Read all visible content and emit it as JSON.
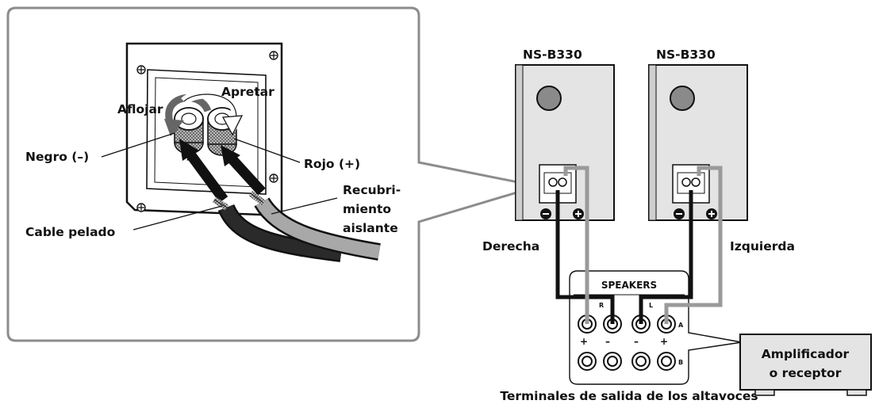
{
  "colors": {
    "inset_border": "#8c8c8c",
    "speaker_fill": "#e4e4e4",
    "wire_black": "#111111",
    "wire_gray": "#9a9a9a",
    "woofer": "#8a8a8a"
  },
  "detail": {
    "loosen": "Aflojar",
    "tighten": "Apretar",
    "negative": "Negro (–)",
    "positive": "Rojo (+)",
    "stripped_wire": "Cable pelado",
    "insulation_line1": "Recubri-",
    "insulation_line2": "miento",
    "insulation_line3": "aislante"
  },
  "speakers": {
    "right_model": "NS-B330",
    "left_model": "NS-B330",
    "right_label": "Derecha",
    "left_label": "Izquierda"
  },
  "panel": {
    "title": "SPEAKERS",
    "ch_r": "R",
    "ch_l": "L",
    "row_a": "A",
    "row_b": "B",
    "plus": "+",
    "minus": "–",
    "caption": "Terminales de salida de los altavoces"
  },
  "amplifier": {
    "line1": "Amplificador",
    "line2": "o receptor"
  }
}
